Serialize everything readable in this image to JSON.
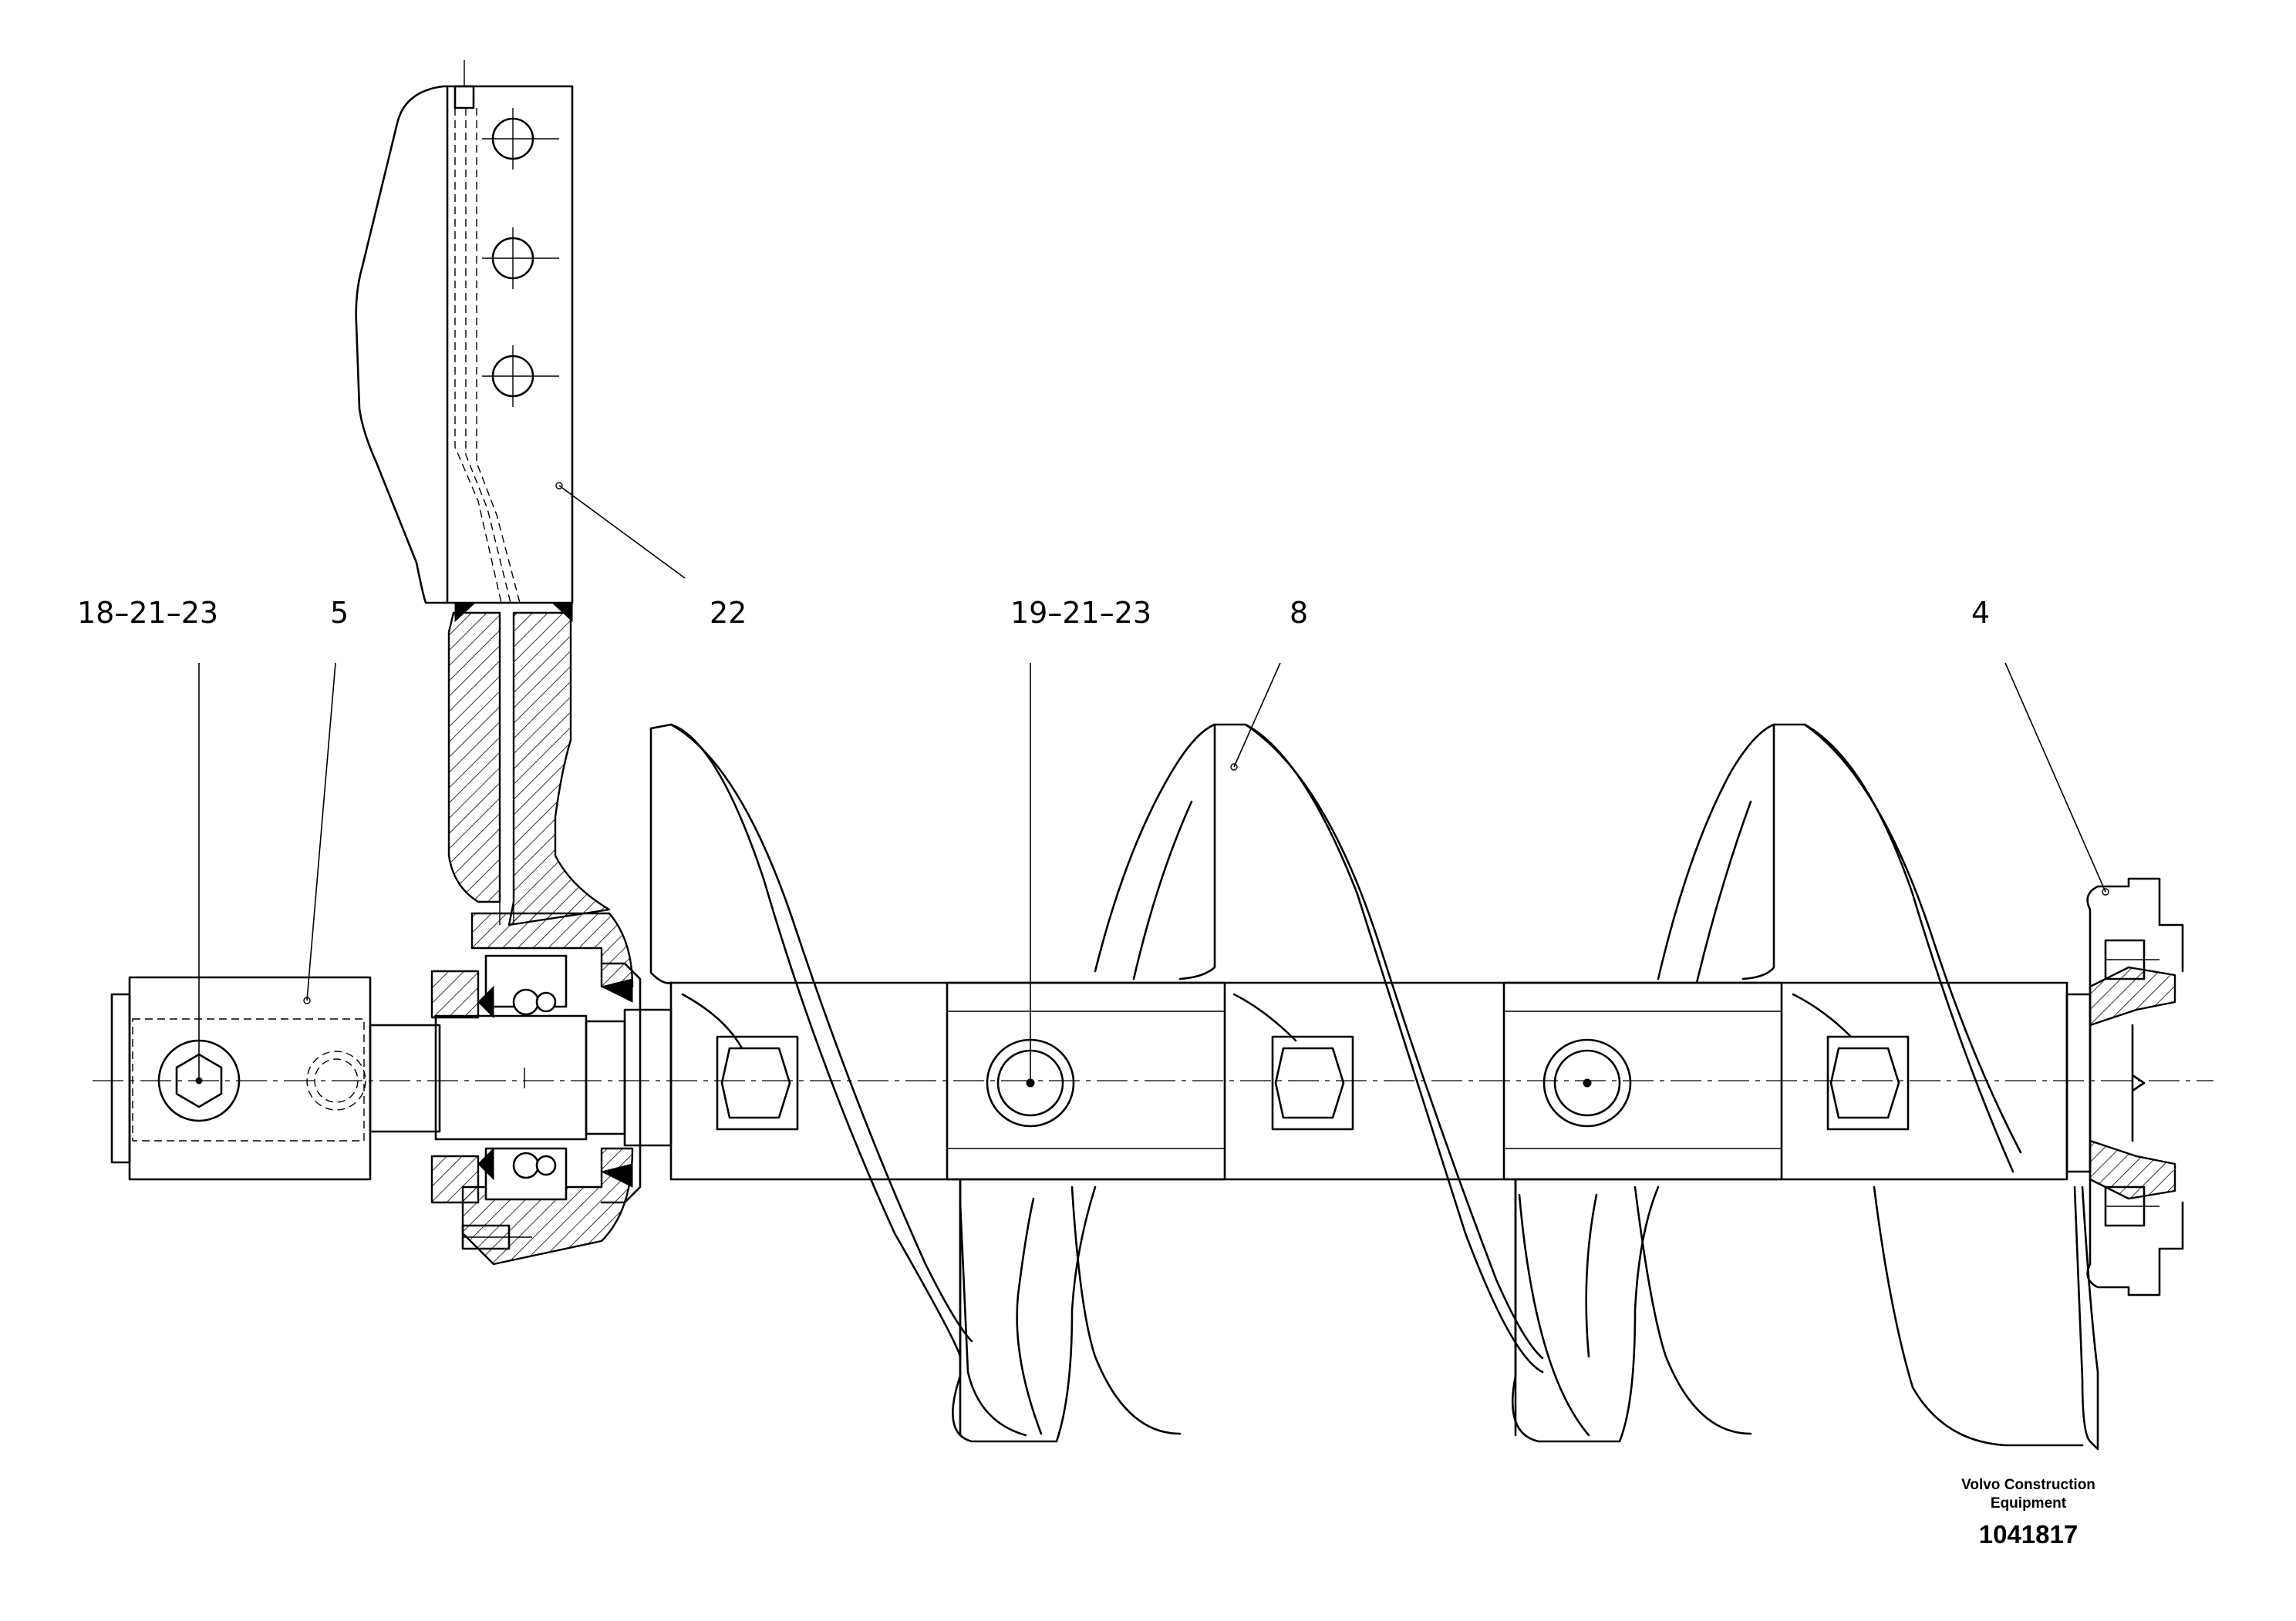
{
  "callouts": {
    "c1": "18–21–23",
    "c2": "5",
    "c3": "22",
    "c4": "19–21–23",
    "c5": "8",
    "c6": "4"
  },
  "footer": {
    "brand_line1": "Volvo Construction",
    "brand_line2": "Equipment",
    "drawing_number": "1041817"
  }
}
